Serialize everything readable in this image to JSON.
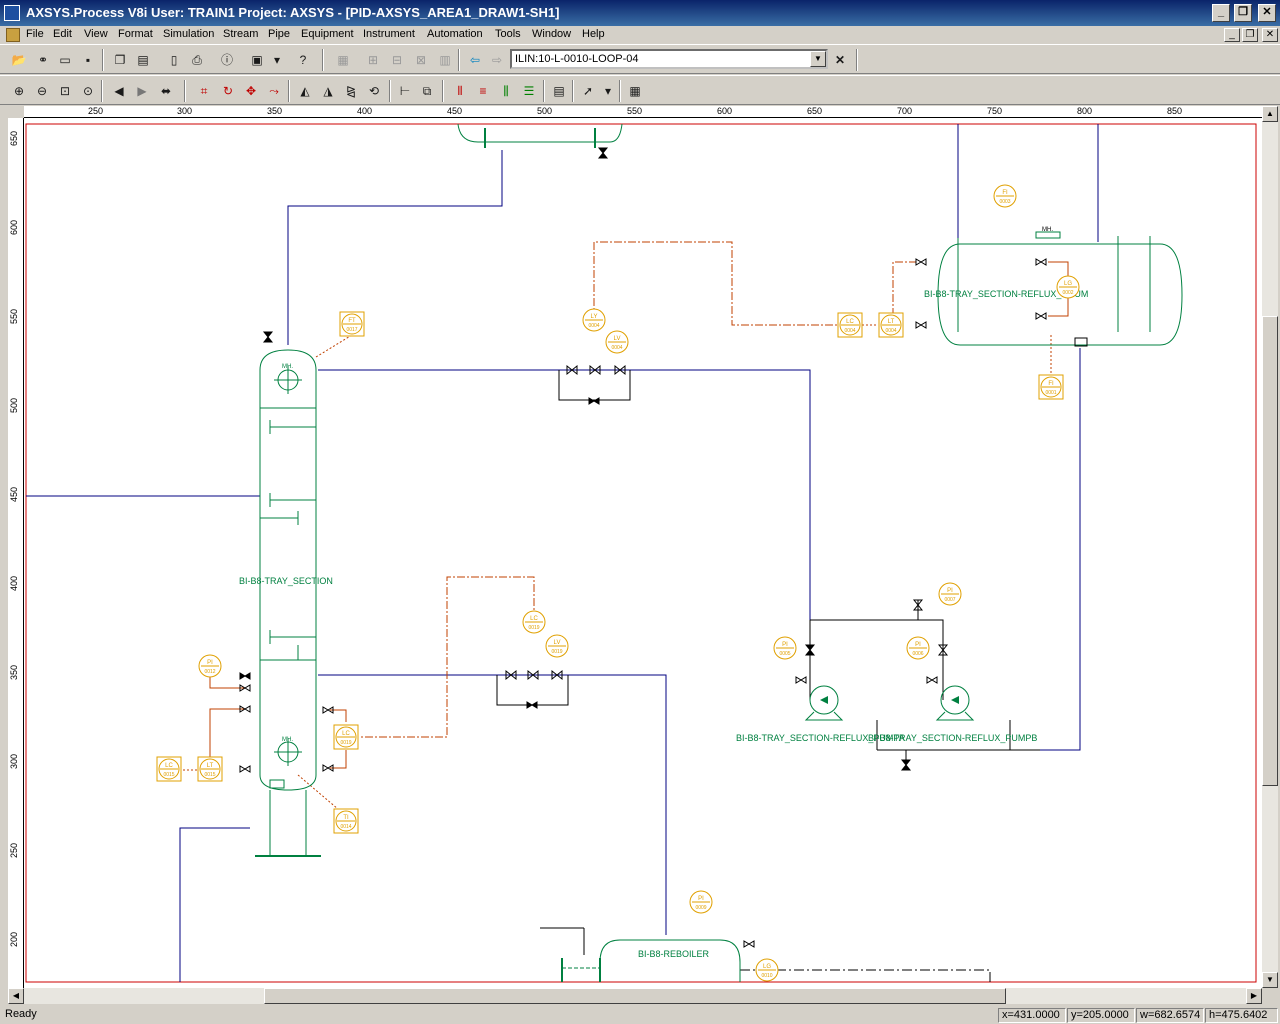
{
  "window": {
    "title": "AXSYS.Process V8i User: TRAIN1  Project: AXSYS - [PID-AXSYS_AREA1_DRAW1-SH1]",
    "minimize": "_",
    "restore": "❐",
    "close": "✕"
  },
  "menu": {
    "items": [
      "File",
      "Edit",
      "View",
      "Format",
      "Simulation",
      "Stream",
      "Pipe",
      "Equipment",
      "Instrument",
      "Automation",
      "Tools",
      "Window",
      "Help"
    ],
    "mdi_min": "_",
    "mdi_restore": "❐",
    "mdi_close": "✕"
  },
  "toolbar": {
    "stream_selector_value": "ILIN:10-L-0010-LOOP-04",
    "clear_label": "✕"
  },
  "rulers": {
    "top": [
      "250",
      "300",
      "350",
      "400",
      "450",
      "500",
      "550",
      "600",
      "650",
      "700",
      "750",
      "800",
      "850"
    ],
    "left": [
      "650",
      "600",
      "550",
      "500",
      "450",
      "400",
      "350",
      "300",
      "250",
      "200"
    ]
  },
  "drawing": {
    "equipment_labels": {
      "tray_section": "BI-B8-TRAY_SECTION",
      "reflux_drum": "BI-B8-TRAY_SECTION-REFLUX_DRUM",
      "pump_a": "BI-B8-TRAY_SECTION-REFLUX_PUMPA",
      "pump_b": "BI-B8-TRAY_SECTION-REFLUX_PUMPB",
      "reboiler": "BI-B8-REBOILER"
    },
    "manhole": "MH.",
    "instruments": [
      {
        "tag": "FI",
        "num": "0003"
      },
      {
        "tag": "LG",
        "num": "0002"
      },
      {
        "tag": "FI",
        "num": "0001"
      },
      {
        "tag": "LY",
        "num": "0004"
      },
      {
        "tag": "LV",
        "num": "0004"
      },
      {
        "tag": "LC",
        "num": "0004"
      },
      {
        "tag": "LT",
        "num": "0004"
      },
      {
        "tag": "FT",
        "num": "0017"
      },
      {
        "tag": "LC",
        "num": "0019"
      },
      {
        "tag": "LV",
        "num": "0019"
      },
      {
        "tag": "PI",
        "num": "0012"
      },
      {
        "tag": "LC",
        "num": "0019"
      },
      {
        "tag": "LC",
        "num": "0015"
      },
      {
        "tag": "LT",
        "num": "0015"
      },
      {
        "tag": "TI",
        "num": "0014"
      },
      {
        "tag": "PI",
        "num": "0007"
      },
      {
        "tag": "PI",
        "num": "0005"
      },
      {
        "tag": "PI",
        "num": "0006"
      },
      {
        "tag": "PI",
        "num": "0009"
      },
      {
        "tag": "LG",
        "num": "0010"
      }
    ]
  },
  "status": {
    "ready": "Ready",
    "x": "x=431.0000",
    "y": "y=205.0000",
    "w": "w=682.6574",
    "h": "h=475.6402"
  },
  "colors": {
    "process_line": "#000080",
    "equipment": "#008040",
    "instrument": "#e0a000",
    "signal_line": "#c04000",
    "border_red": "#cc0000"
  }
}
